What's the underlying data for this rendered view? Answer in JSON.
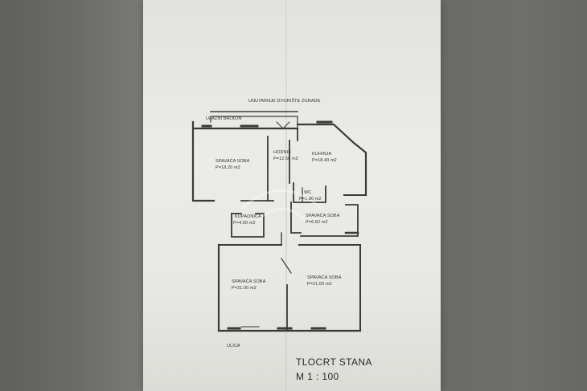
{
  "labels": {
    "courtyard": "UNUTARNJE DVORIŠTE ZGRADE",
    "entrance_balcony": "ULAZNI BALKON",
    "street": "ULICA",
    "plan_title": "TLOCRT STANA",
    "scale": "M 1 : 100"
  },
  "rooms": [
    {
      "name": "SPAVAĆA SOBA",
      "area": "P=18.20 m2"
    },
    {
      "name": "HODNIK",
      "area": "P=12.50 m2"
    },
    {
      "name": "KUHINJA",
      "area": "P=18.40 m2"
    },
    {
      "name": "WC",
      "area": "P=1.80 m2"
    },
    {
      "name": "SPAVAĆA SOBA",
      "area": "P=6.62 m2"
    },
    {
      "name": "KUPAONICA",
      "area": "P=4.00 m2"
    },
    {
      "name": "SPAVAĆA SOBA",
      "area": "P=21.00 m2"
    },
    {
      "name": "SPAVAĆA SOBA",
      "area": "P=21.60 m2"
    }
  ],
  "colors": {
    "paper": "#e8e8e4",
    "wall": "#3a3a3a",
    "background": "#6f6f6b"
  }
}
